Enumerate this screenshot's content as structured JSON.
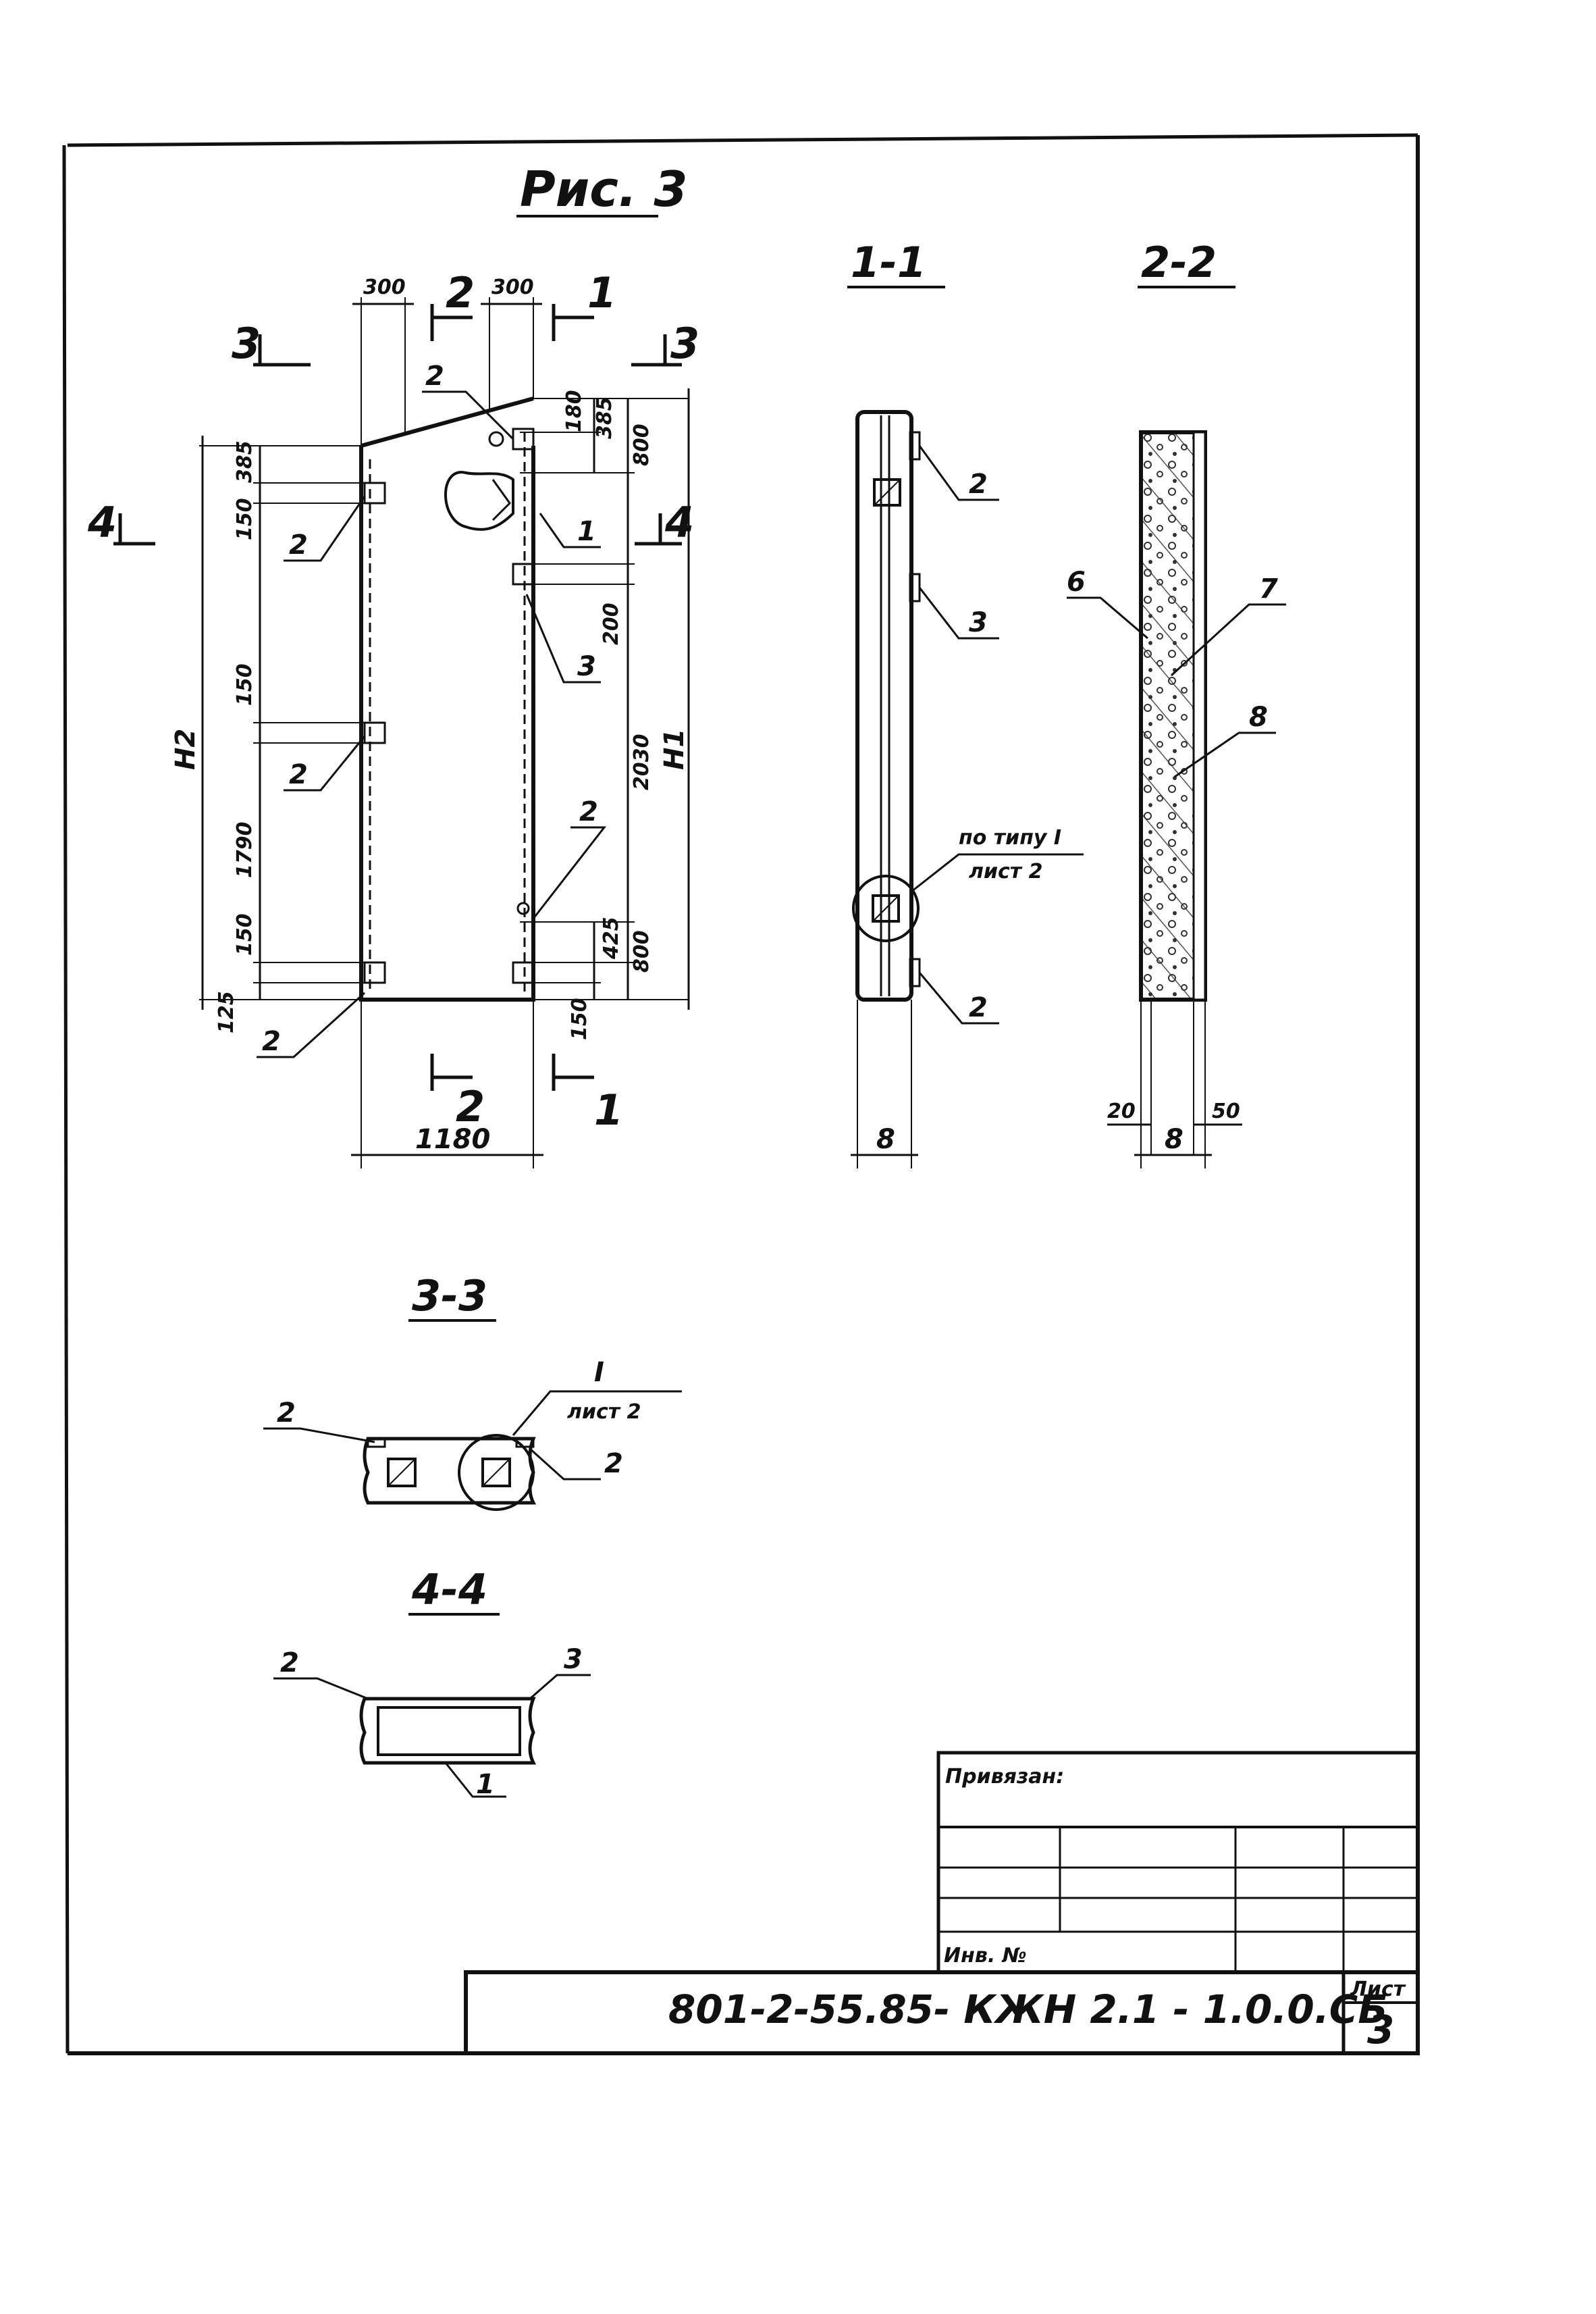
{
  "figure": {
    "title": "Рис. 3"
  },
  "sections": {
    "s11": "1-1",
    "s22": "2-2",
    "s33": "3-3",
    "s44": "4-4"
  },
  "front_view": {
    "dims": {
      "top_left_width": "300",
      "top_right_width": "300",
      "bottom_width": "1180",
      "left_385": "385",
      "left_150_top": "150",
      "left_150_mid": "150",
      "left_1790": "1790",
      "left_150_bot": "150",
      "left_125": "125",
      "right_180": "180",
      "right_385": "385",
      "right_800_top": "800",
      "right_200": "200",
      "right_2030": "2030",
      "right_425": "425",
      "right_800_bot": "800",
      "right_150": "150"
    },
    "heights": {
      "h1": "H1",
      "h2": "H2"
    },
    "cut_marks": {
      "c2_top": "2",
      "c1_top": "1",
      "c3_left": "3",
      "c3_right": "3",
      "c4_left": "4",
      "c4_right": "4",
      "c2_bot": "2",
      "c1_bot": "1"
    },
    "callouts": {
      "p2_top": "2",
      "p2_left_top": "2",
      "p1_right": "1",
      "p3_right": "3",
      "p2_left_mid": "2",
      "p2_right_low": "2",
      "p2_left_bot": "2"
    }
  },
  "section_11": {
    "callouts": {
      "c2_top": "2",
      "c3": "3",
      "c2_bot": "2"
    },
    "note_line1": "по типу I",
    "note_line2": "лист 2",
    "dim_width": "8"
  },
  "section_22": {
    "callouts": {
      "c6": "6",
      "c7": "7",
      "c8": "8"
    },
    "dims": {
      "left": "20",
      "width": "8",
      "right": "50"
    }
  },
  "section_33": {
    "callouts": {
      "c2_left": "2",
      "c2_right": "2"
    },
    "note_line1": "I",
    "note_line2": "лист 2"
  },
  "section_44": {
    "callouts": {
      "c2": "2",
      "c3": "3",
      "c1": "1"
    }
  },
  "title_block": {
    "bound_label": "Привязан:",
    "inv_label": "Инв. №",
    "doc_code": "801-2-55.85- КЖН 2.1 - 1.0.0.СБ",
    "sheet_label": "Лист",
    "sheet_number": "3"
  },
  "colors": {
    "ink": "#111111",
    "paper": "#ffffff",
    "hatch": "#333333"
  }
}
